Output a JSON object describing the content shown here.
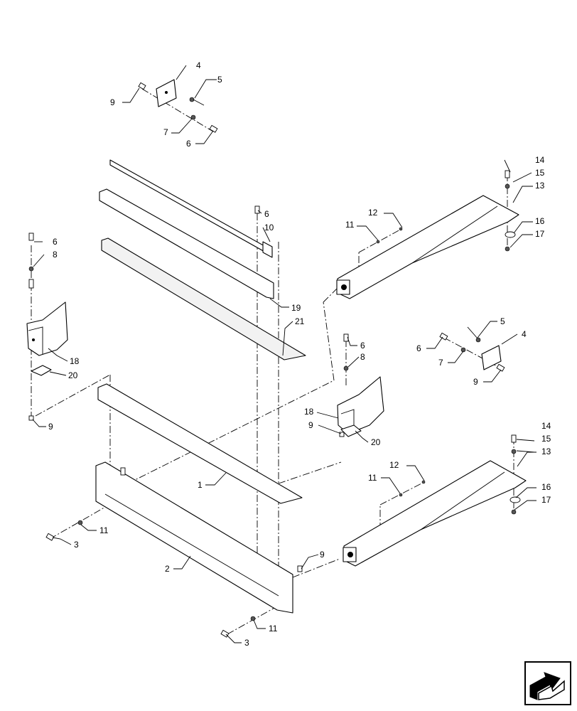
{
  "callouts": {
    "c_9a": "9",
    "c_4a": "4",
    "c_5a": "5",
    "c_7a": "7",
    "c_6a": "6",
    "c_6b": "6",
    "c_10": "10",
    "c_19": "19",
    "c_21": "21",
    "c_6c": "6",
    "c_8a": "8",
    "c_18a": "18",
    "c_20a": "20",
    "c_9b": "9",
    "c_14a": "14",
    "c_15a": "15",
    "c_13a": "13",
    "c_12a": "12",
    "c_11a": "11",
    "c_16a": "16",
    "c_17a": "17",
    "c_5b": "5",
    "c_4b": "4",
    "c_6d": "6",
    "c_7b": "7",
    "c_9c": "9",
    "c_6e": "6",
    "c_8b": "8",
    "c_18b": "18",
    "c_9d": "9",
    "c_20b": "20",
    "c_14b": "14",
    "c_15b": "15",
    "c_13b": "13",
    "c_12b": "12",
    "c_11b": "11",
    "c_16b": "16",
    "c_17b": "17",
    "c_1": "1",
    "c_2": "2",
    "c_3a": "3",
    "c_11c": "11",
    "c_9e": "9",
    "c_11d": "11",
    "c_3b": "3"
  },
  "icons": {
    "navigation": "next-page-arrow-icon"
  }
}
